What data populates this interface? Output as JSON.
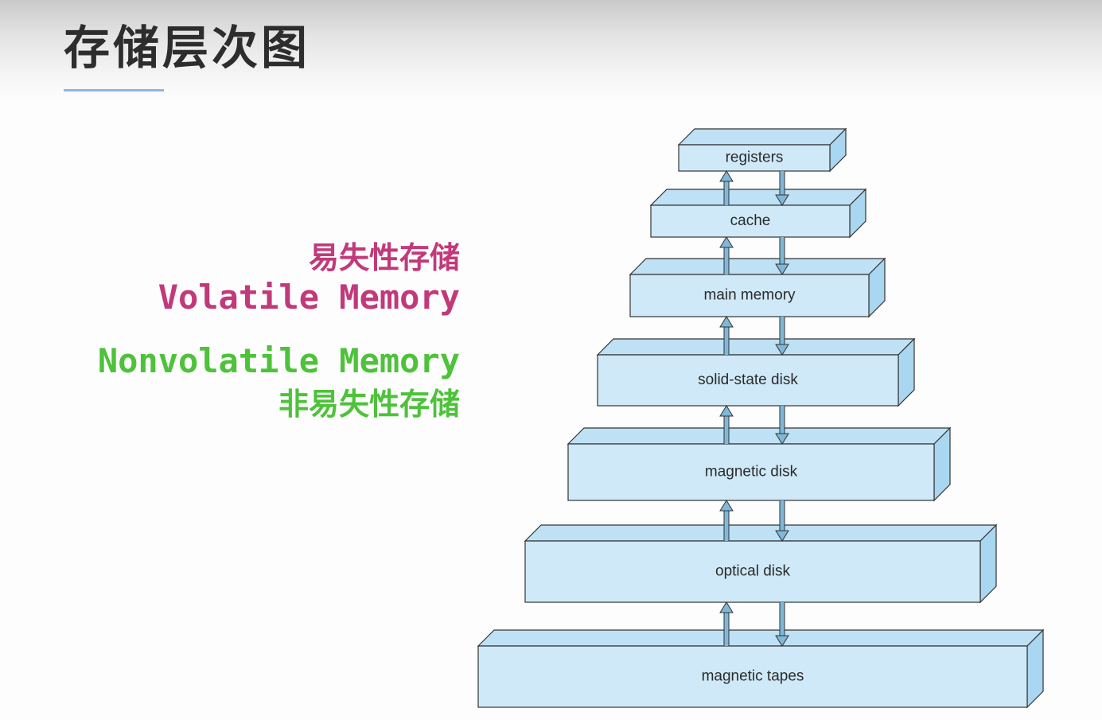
{
  "slide": {
    "title": "存储层次图"
  },
  "legend": {
    "volatile_cn": "易失性存储",
    "volatile_en": "Volatile Memory",
    "nonvolatile_en": "Nonvolatile Memory",
    "nonvolatile_cn": "非易失性存储",
    "volatile_color": "#c2397a",
    "nonvolatile_color": "#4ec23a"
  },
  "hierarchy": {
    "tiers": [
      {
        "label": "registers"
      },
      {
        "label": "cache"
      },
      {
        "label": "main memory"
      },
      {
        "label": "solid-state disk"
      },
      {
        "label": "magnetic disk"
      },
      {
        "label": "optical disk"
      },
      {
        "label": "magnetic tapes"
      }
    ],
    "front_color": "#cfe9f8",
    "top_color": "#bfe1f5",
    "side_color": "#a9d6f0",
    "stroke_color": "#333333",
    "arrow_color": "#7fb8d8"
  }
}
